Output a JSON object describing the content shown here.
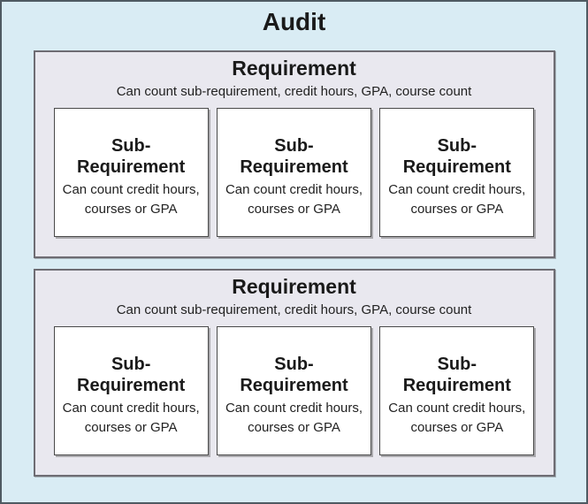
{
  "colors": {
    "audit_bg": "#d9ecf4",
    "audit_border": "#4f5a62",
    "req_bg": "#e9e8ef",
    "req_border": "#6e6c73",
    "sub_bg": "#ffffff",
    "sub_border": "#4a4a4a",
    "text_color": "#1a1a1a"
  },
  "audit": {
    "title": "Audit",
    "requirements": [
      {
        "title": "Requirement",
        "subtitle": "Can count sub-requirement, credit hours, GPA, course count",
        "sub_requirements": [
          {
            "title": "Sub-Requirement",
            "description": "Can count credit hours, courses or GPA"
          },
          {
            "title": "Sub-Requirement",
            "description": "Can count credit hours, courses or GPA"
          },
          {
            "title": "Sub-Requirement",
            "description": "Can count credit hours, courses or GPA"
          }
        ]
      },
      {
        "title": "Requirement",
        "subtitle": "Can count sub-requirement, credit hours, GPA, course count",
        "sub_requirements": [
          {
            "title": "Sub-Requirement",
            "description": "Can count credit hours, courses or GPA"
          },
          {
            "title": "Sub-Requirement",
            "description": "Can count credit hours, courses or GPA"
          },
          {
            "title": "Sub-Requirement",
            "description": "Can count credit hours, courses or GPA"
          }
        ]
      }
    ]
  }
}
